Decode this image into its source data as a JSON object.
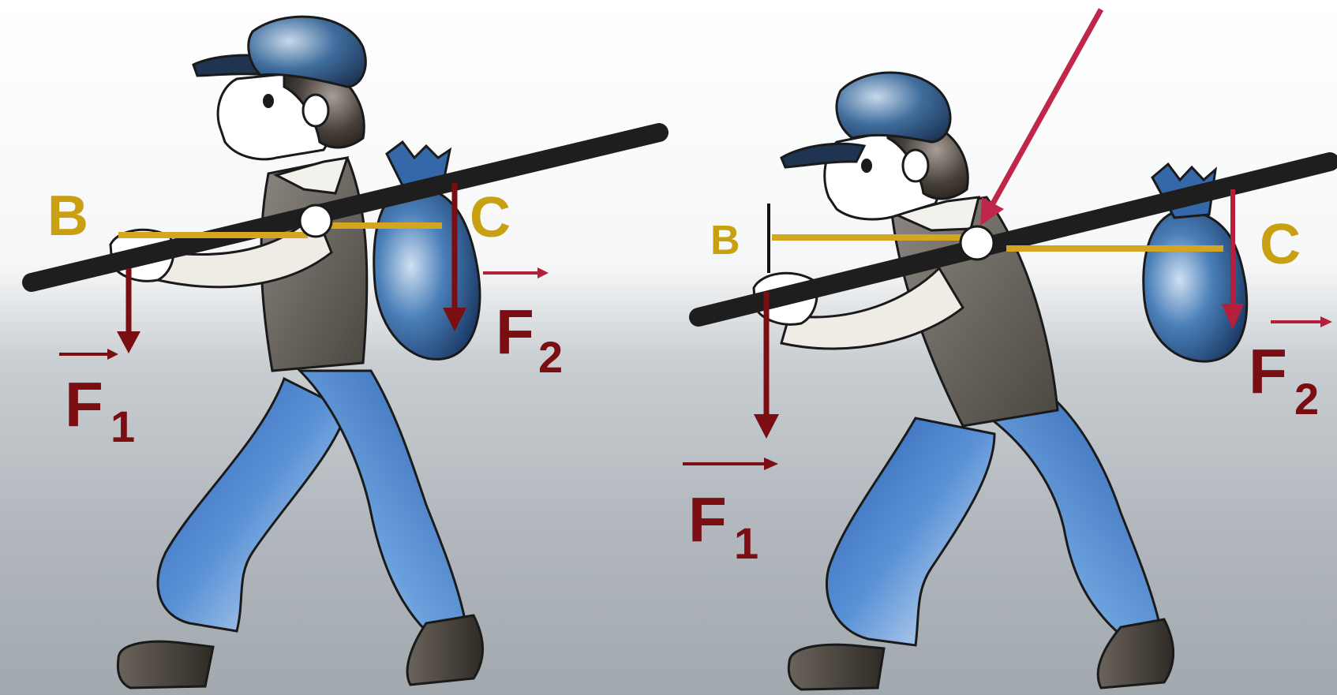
{
  "colors": {
    "lever_line": "#d4a520",
    "force_arrow": "#7a0e12",
    "pivot_arrow": "#c0254a",
    "stick": "#1e1e1e",
    "bag": "#3a6ea8",
    "cap": "#3c6592",
    "pants": "#3a72c4",
    "vest": "#6f6a64",
    "label_letter": "#c8a012",
    "label_force": "#7a0e12"
  },
  "icons": {
    "pivot": "white-circle-pivot",
    "force": "down-arrow",
    "vector_mark": "right-arrow-over-label"
  },
  "panels": [
    {
      "point_b": "B",
      "point_c": "C",
      "force1": {
        "letter": "F",
        "subscript": "1"
      },
      "force2": {
        "letter": "F",
        "subscript": "2"
      }
    },
    {
      "point_b": "B",
      "point_c": "C",
      "force1": {
        "letter": "F",
        "subscript": "1"
      },
      "force2": {
        "letter": "F",
        "subscript": "2"
      }
    }
  ]
}
